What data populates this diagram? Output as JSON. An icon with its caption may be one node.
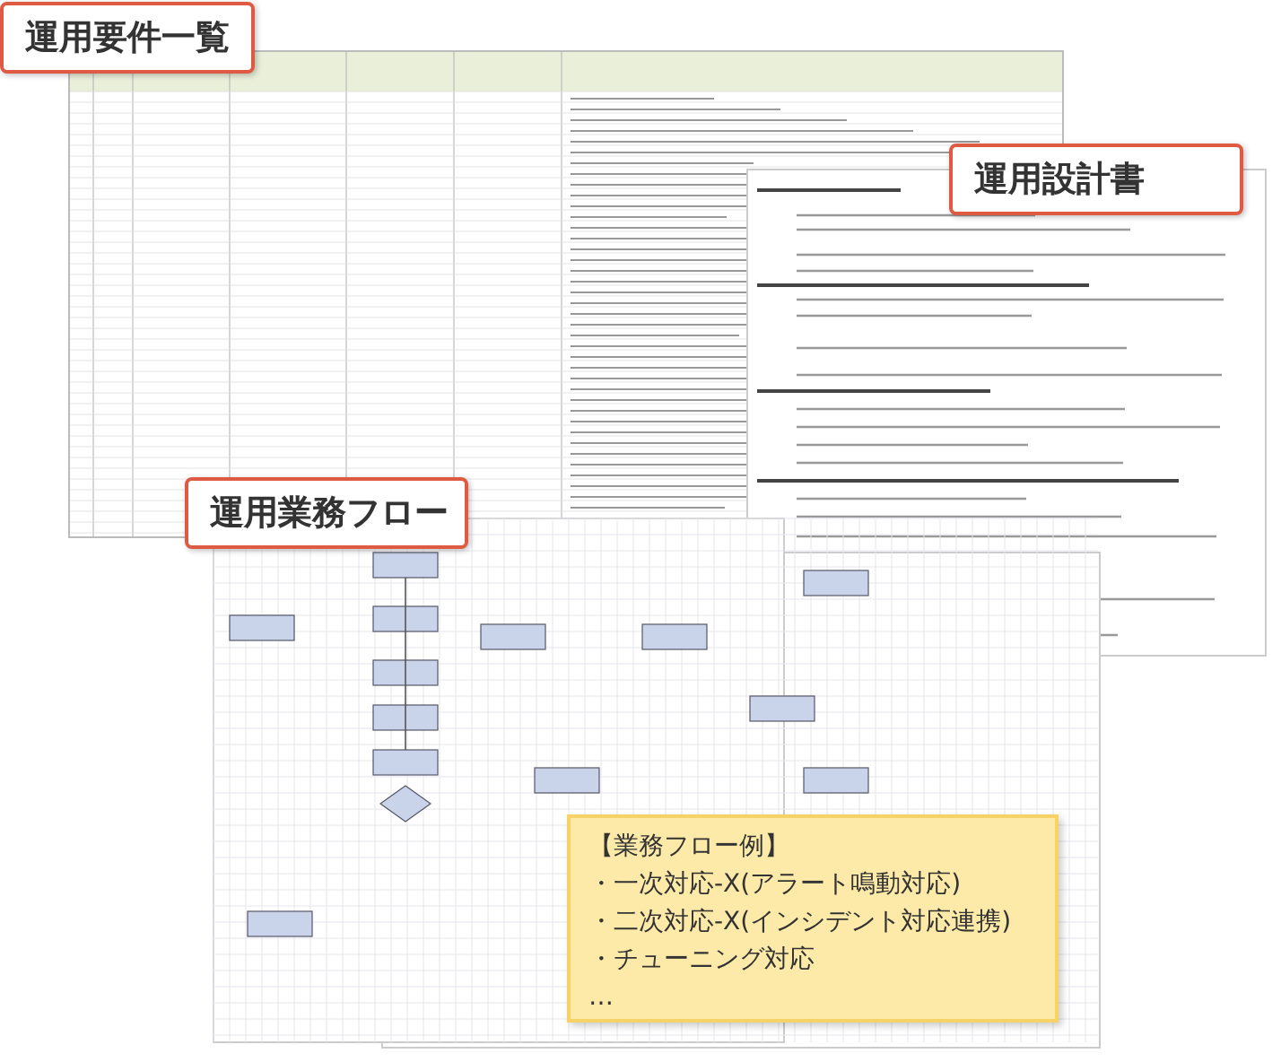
{
  "diagram": {
    "labels": [
      "運用要件一覧",
      "運用設計書",
      "運用業務フロー",
      "【業務フロー例】",
      "・一次対応-X(アラート鳴動対応)",
      "・二次対応-X(インシデント対応連携)",
      "・チューニング対応",
      "…"
    ]
  }
}
